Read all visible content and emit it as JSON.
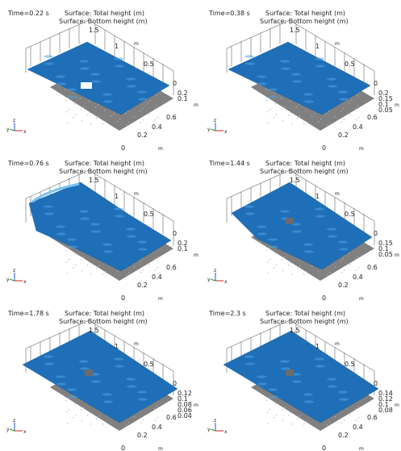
{
  "panels": [
    {
      "time": "Time=0.22 s",
      "surface_total": "Surface: Total height (m)",
      "surface_bottom": "Surface: Bottom height (m)",
      "ticks_left": [
        "1.5",
        "1",
        "0.5",
        "0"
      ],
      "ticks_right": [
        "0.2",
        "0.1"
      ],
      "ticks_bottom": [
        "0",
        "0.2",
        "0.4",
        "0.6"
      ],
      "unit": "m"
    },
    {
      "time": "Time=0.38 s",
      "surface_total": "Surface: Total height (m)",
      "surface_bottom": "Surface: Bottom height (m)",
      "ticks_left": [
        "1.5",
        "1",
        "0.5",
        "0"
      ],
      "ticks_right": [
        "0.2",
        "0.15",
        "0.1",
        "0.05"
      ],
      "ticks_bottom": [
        "0",
        "0.2",
        "0.4",
        "0.6"
      ],
      "unit": "m"
    },
    {
      "time": "Time=0.76 s",
      "surface_total": "Surface: Total height (m)",
      "surface_bottom": "Surface: Bottom height (m)",
      "ticks_left": [
        "1.5",
        "1",
        "0.5",
        "0"
      ],
      "ticks_right": [
        "0.2",
        "0.1"
      ],
      "ticks_bottom": [
        "0",
        "0.2",
        "0.4",
        "0.6"
      ],
      "unit": "m"
    },
    {
      "time": "Time=1.44 s",
      "surface_total": "Surface: Total height (m)",
      "surface_bottom": "Surface: Bottom height (m)",
      "ticks_left": [
        "1.5",
        "1",
        "0.5",
        "0"
      ],
      "ticks_right": [
        "0.15",
        "0.1",
        "0.05"
      ],
      "ticks_bottom": [
        "0",
        "0.2",
        "0.4",
        "0.6"
      ],
      "unit": "m"
    },
    {
      "time": "Time=1.78 s",
      "surface_total": "Surface: Total height (m)",
      "surface_bottom": "Surface: Bottom height (m)",
      "ticks_left": [
        "1.5",
        "1",
        "0.5",
        "0"
      ],
      "ticks_right": [
        "0.12",
        "0.1",
        "0.08",
        "0.06",
        "0.04"
      ],
      "ticks_bottom": [
        "0",
        "0.2",
        "0.4",
        "0.6"
      ],
      "unit": "m"
    },
    {
      "time": "Time=2.3 s",
      "surface_total": "Surface: Total height (m)",
      "surface_bottom": "Surface: Bottom height (m)",
      "ticks_left": [
        "1.5",
        "1",
        "0.5",
        "0"
      ],
      "ticks_right": [
        "0.14",
        "0.12",
        "0.1",
        "0.08"
      ],
      "ticks_bottom": [
        "0",
        "0.2",
        "0.4",
        "0.6"
      ],
      "unit": "m"
    }
  ],
  "triad": {
    "y": "y",
    "z": "z",
    "x": "x"
  },
  "colors": {
    "water": "#1f6fb8",
    "water_light": "#4aa3e0",
    "bottom": "#808080",
    "axis": "#666666",
    "triad_x": "#d62020",
    "triad_y": "#1e9e1e",
    "triad_z": "#2050d0"
  }
}
